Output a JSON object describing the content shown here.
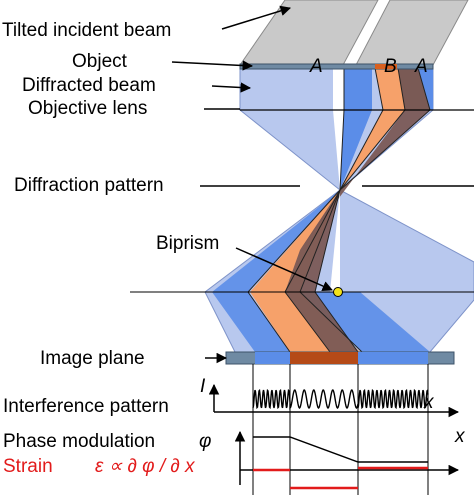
{
  "labels": {
    "tilted_incident_beam": "Tilted incident beam",
    "object": "Object",
    "diffracted_beam": "Diffracted beam",
    "objective_lens": "Objective lens",
    "diffraction_pattern": "Diffraction pattern",
    "biprism": "Biprism",
    "image_plane": "Image plane",
    "interference_pattern": "Interference pattern",
    "phase_modulation": "Phase modulation",
    "strain": "Strain"
  },
  "symbols": {
    "region_a_left": "A",
    "region_b": "B",
    "region_a_right": "A",
    "intensity_axis": "I",
    "x_axis_1": "x",
    "x_axis_2": "x",
    "phase_symbol": "φ",
    "strain_formula": "ε ∝ ∂ φ / ∂ x"
  },
  "colors": {
    "light_blue": "#b8c8ee",
    "mid_blue": "#5b8de8",
    "orange": "#f6a16a",
    "brown": "#7a5a55",
    "object_bar": "#6f8aa3",
    "image_brown": "#b54a17",
    "biprism_yellow": "#f3e21a",
    "strain_red": "#e21b1b"
  }
}
